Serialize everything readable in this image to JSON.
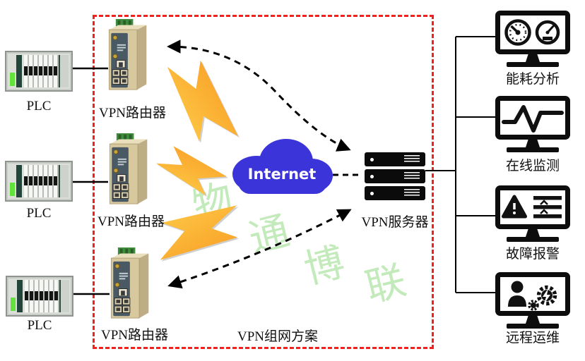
{
  "canvas": {
    "background": "#ffffff"
  },
  "solution_box": {
    "label": "VPN组网方案",
    "border_color": "#f2201f"
  },
  "watermark": {
    "text": "物通博联",
    "color": "#b5e5a9",
    "chars": [
      "物",
      "通",
      "博",
      "联"
    ]
  },
  "plcs": [
    {
      "label": "PLC"
    },
    {
      "label": "PLC"
    },
    {
      "label": "PLC"
    }
  ],
  "routers": [
    {
      "label": "VPN路由器"
    },
    {
      "label": "VPN路由器"
    },
    {
      "label": "VPN路由器"
    }
  ],
  "cloud": {
    "label": "Internet",
    "color": "#3b35d9"
  },
  "server": {
    "label": "VPN服务器",
    "unit_count": 3
  },
  "monitors": [
    {
      "label": "能耗分析",
      "icon": "gauges-icon"
    },
    {
      "label": "在线监测",
      "icon": "waveform-icon"
    },
    {
      "label": "故障报警",
      "icon": "alarm-icon"
    },
    {
      "label": "远程运维",
      "icon": "maintenance-icon"
    }
  ],
  "connections": {
    "lightning_color_start": "#FFD34E",
    "lightning_color_end": "#F7941E",
    "dashed_line_color": "#000000",
    "solid_line_color": "#000000",
    "tunnel_style": "dashed-double-arrow"
  }
}
